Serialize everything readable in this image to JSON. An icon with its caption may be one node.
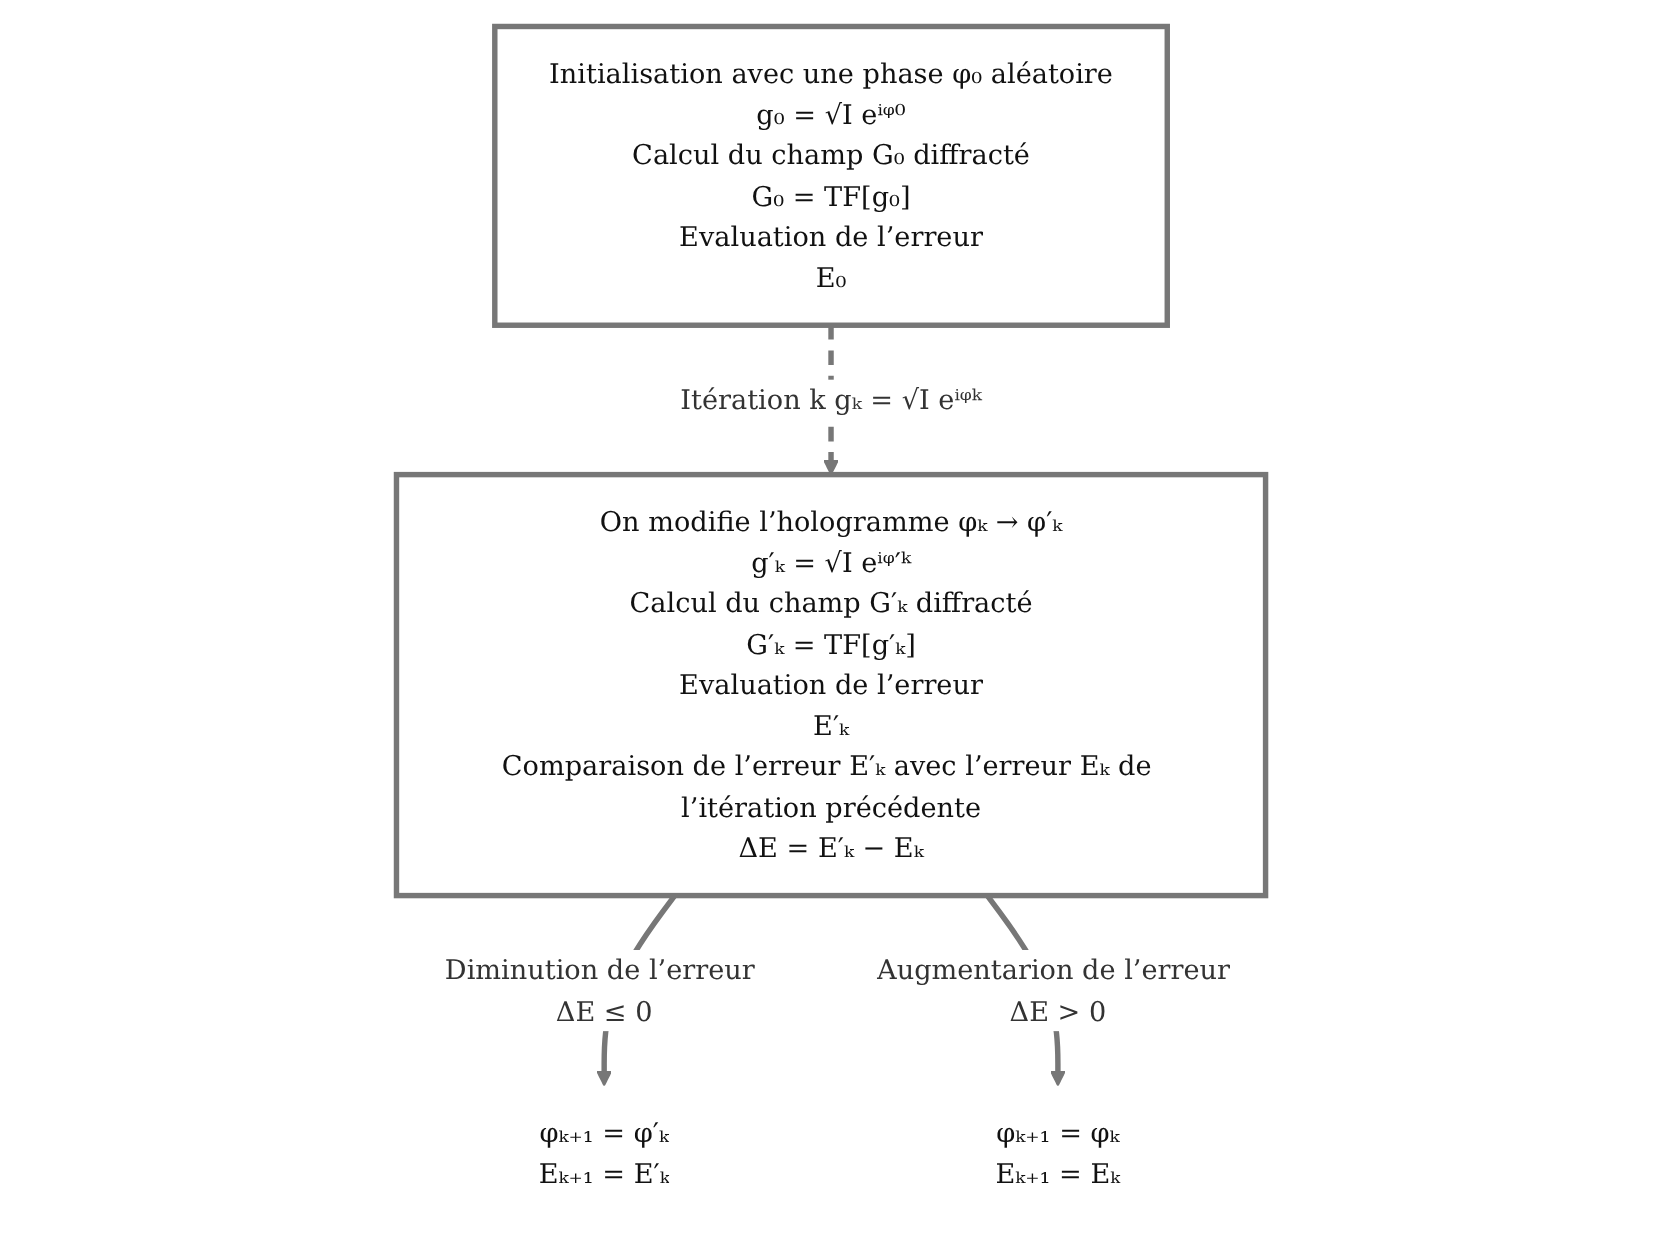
{
  "diagram": {
    "nodes": [
      {
        "text": [
          "Initialisation avec une phase φ₀ aléatoire",
          "g₀ = √I eⁱᵠ⁰",
          "Calcul du champ G₀ diffracté",
          "G₀ = TF[g₀]",
          "Evaluation de l’erreur",
          "E₀"
        ]
      },
      {
        "text": [
          "On modifie l’hologramme φₖ → φ′ₖ",
          "g′ₖ = √I eⁱᵠ′ᵏ",
          "Calcul du champ G′ₖ diffracté",
          "G′ₖ = TF[g′ₖ]",
          "Evaluation de l’erreur",
          "E′ₖ",
          "Comparaison de l’erreur E′ₖ avec l’erreur Eₖ de l’itération précédente",
          "ΔE = E′ₖ − Eₖ"
        ]
      },
      {
        "text": [
          "φₖ₊₁ = φ′ₖ",
          "Eₖ₊₁ = E′ₖ"
        ]
      },
      {
        "text": [
          "φₖ₊₁ = φₖ",
          "Eₖ₊₁ = Eₖ"
        ]
      }
    ],
    "edges": [
      {
        "from": 0,
        "to": 1,
        "arrow": "to",
        "label": "Itération k gₖ = √I eⁱᵠᵏ",
        "style": "dashed"
      },
      {
        "from": 1,
        "to": 2,
        "arrow": "to",
        "label": "Diminution de l’erreur ΔE ≤ 0"
      },
      {
        "from": 1,
        "to": 3,
        "arrow": "to",
        "label": "Augmentarion de l’erreur ΔE > 0"
      }
    ]
  }
}
